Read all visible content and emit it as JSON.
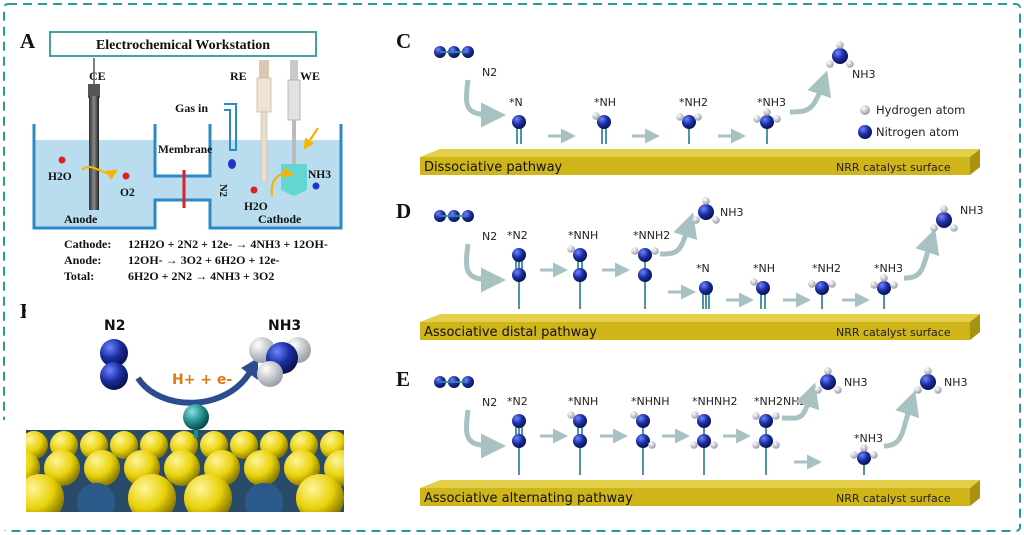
{
  "panels": {
    "A": {
      "letter": "A",
      "workstation": "Electrochemical Workstation",
      "electrodes": {
        "ce": "CE",
        "re": "RE",
        "we": "WE"
      },
      "gas_in": "Gas in",
      "membrane": "Membrane",
      "anode": "Anode",
      "cathode": "Cathode",
      "species": {
        "h2o_left": "H2O",
        "o2": "O2",
        "n2": "N2",
        "h2o_right": "H2O",
        "nh3": "NH3"
      },
      "equations": [
        {
          "label": "Cathode:",
          "text": "12H2O + 2N2 + 12e- → 4NH3 + 12OH-"
        },
        {
          "label": "Anode:",
          "text": "12OH- → 3O2 + 6H2O + 12e-"
        },
        {
          "label": "Total:",
          "text": "6H2O + 2N2 → 4NH3 + 3O2"
        }
      ]
    },
    "B": {
      "letter": "B",
      "reactant": "N2",
      "product": "NH3",
      "arrow_label": "H+ + e-"
    },
    "C": {
      "letter": "C",
      "gas": "N2",
      "intermediates": [
        "*N",
        "*NH",
        "*NH2",
        "*NH3"
      ],
      "product": "NH3",
      "pathway": "Dissociative pathway",
      "surface": "NRR catalyst surface",
      "legend": {
        "hydrogen": "Hydrogen atom",
        "nitrogen": "Nitrogen atom"
      }
    },
    "D": {
      "letter": "D",
      "gas": "N2",
      "intermediates_top": [
        "*N2",
        "*NNH",
        "*NNH2"
      ],
      "product_1": "NH3",
      "intermediates_bottom": [
        "*N",
        "*NH",
        "*NH2",
        "*NH3"
      ],
      "product_2": "NH3",
      "pathway": "Associative distal pathway",
      "surface": "NRR catalyst surface"
    },
    "E": {
      "letter": "E",
      "gas": "N2",
      "intermediates": [
        "*N2",
        "*NNH",
        "*NHNH",
        "*NHNH2",
        "*NH2NH2"
      ],
      "product_1": "NH3",
      "intermediate_last": "*NH3",
      "product_2": "NH3",
      "pathway": "Associative alternating pathway",
      "surface": "NRR catalyst surface"
    }
  },
  "colors": {
    "frame": "#2a9a9a",
    "nitrogen": "#1a2a9a",
    "hydrogen": "#e8e8e8",
    "surface": "#d9c126",
    "electrolyte": "#b9ddef",
    "arrow": "#a8c2c2"
  }
}
